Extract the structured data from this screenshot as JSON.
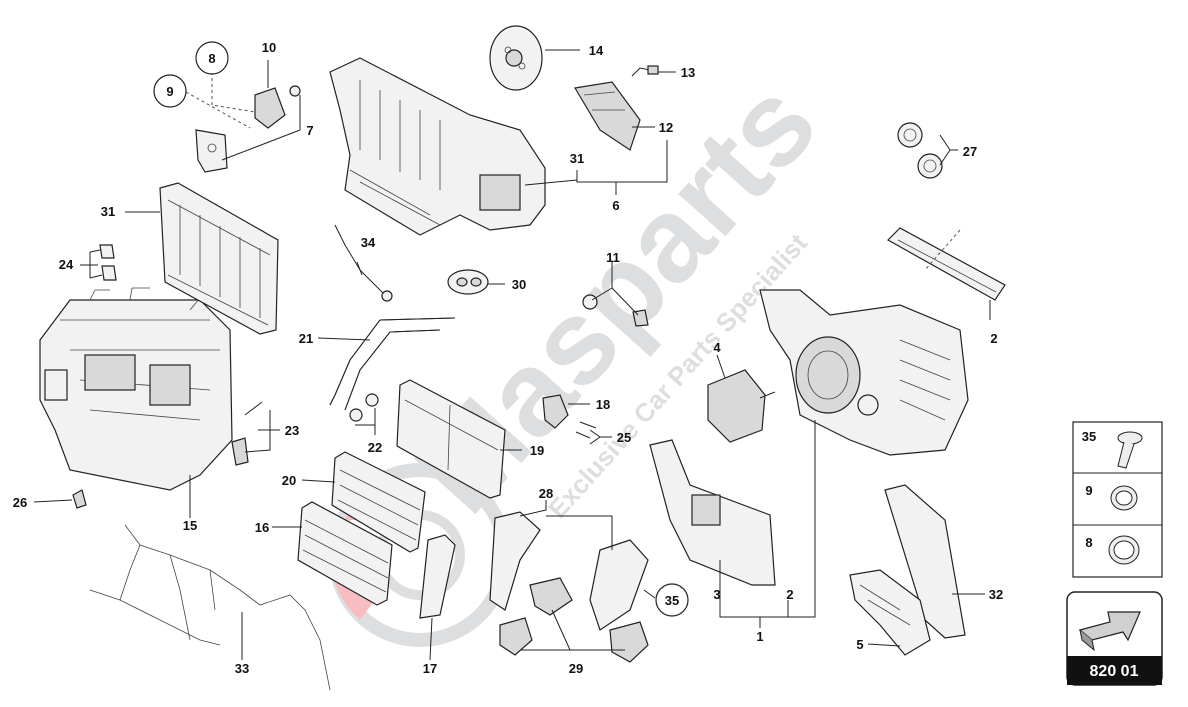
{
  "watermark": {
    "brand": "Masparts",
    "tagline": "Exclusive Car Parts Specialist"
  },
  "callouts": {
    "c1": "1",
    "c2a": "2",
    "c2b": "2",
    "c3": "3",
    "c4": "4",
    "c5": "5",
    "c6": "6",
    "c7": "7",
    "c8": "8",
    "c9": "9",
    "c10": "10",
    "c11": "11",
    "c12": "12",
    "c13": "13",
    "c14": "14",
    "c15": "15",
    "c16": "16",
    "c17": "17",
    "c18": "18",
    "c19": "19",
    "c20": "20",
    "c21": "21",
    "c22": "22",
    "c23": "23",
    "c24": "24",
    "c25": "25",
    "c26": "26",
    "c27": "27",
    "c28": "28",
    "c29": "29",
    "c30": "30",
    "c31a": "31",
    "c31b": "31",
    "c32": "32",
    "c33": "33",
    "c34": "34",
    "c35": "35"
  },
  "legend": {
    "items": [
      "35",
      "9",
      "8"
    ]
  },
  "diagram_number": "820 01",
  "colors": {
    "watermark_red": "#e8424a",
    "watermark_gray": "#9aa0a6",
    "line": "#222222"
  }
}
